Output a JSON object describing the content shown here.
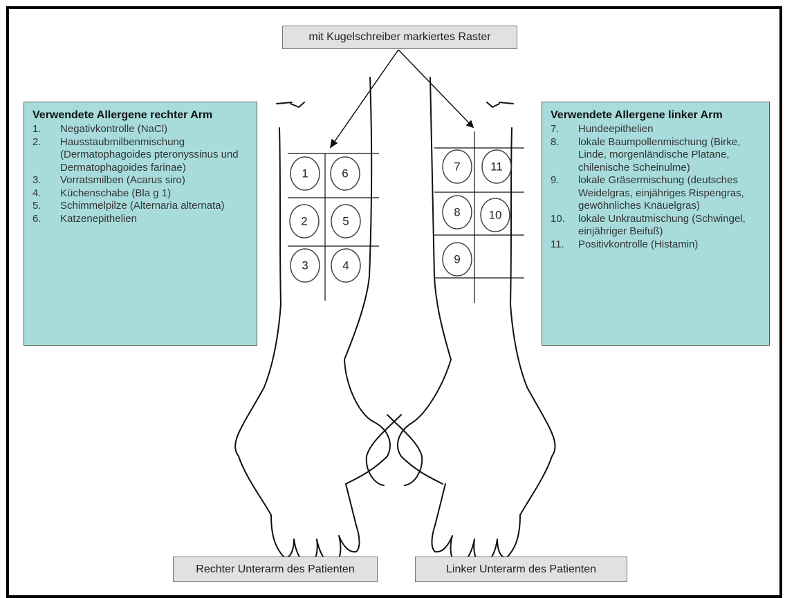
{
  "top_caption": "mit Kugelschreiber markiertes Raster",
  "left_legend": {
    "title": "Verwendete Allergene rechter Arm",
    "items": [
      {
        "num": "1.",
        "text": "Negativkontrolle (NaCl)"
      },
      {
        "num": "2.",
        "text": "Hausstaubmilbenmischung (Dermatophagoides pteronyssinus und Dermatophagoides farinae)"
      },
      {
        "num": "3.",
        "text": "Vorratsmilben (Acarus siro)"
      },
      {
        "num": "4.",
        "text": " Küchenschabe (Bla g 1)"
      },
      {
        "num": "5.",
        "text": "Schimmelpilze (Alternaria alternata)"
      },
      {
        "num": "6.",
        "text": "Katzenepithelien"
      }
    ]
  },
  "right_legend": {
    "title": "Verwendete Allergene linker Arm",
    "items": [
      {
        "num": "7.",
        "text": "Hundeepithelien"
      },
      {
        "num": "8.",
        "text": "lokale Baumpollenmischung (Birke, Linde,  morgenländische Platane, chilenische Scheinulme)"
      },
      {
        "num": "9.",
        "text": "lokale Gräsermischung (deutsches Weidelgras, einjähriges Rispengras, gewöhnliches Knäuelgras)"
      },
      {
        "num": "10.",
        "text": "lokale Unkrautmischung (Schwingel, einjähriger Beifuß)"
      },
      {
        "num": "11.",
        "text": "Positivkontrolle (Histamin)"
      }
    ]
  },
  "right_arm_sites": [
    "1",
    "6",
    "2",
    "5",
    "3",
    "4"
  ],
  "left_arm_sites": [
    "7",
    "11",
    "8",
    "10",
    "9"
  ],
  "bottom_left_caption": "Rechter Unterarm des Patienten",
  "bottom_right_caption": "Linker Unterarm des Patienten",
  "colors": {
    "legend_background": "#a8dcdc",
    "caption_background": "#e1e1e1",
    "frame": "#000000"
  }
}
